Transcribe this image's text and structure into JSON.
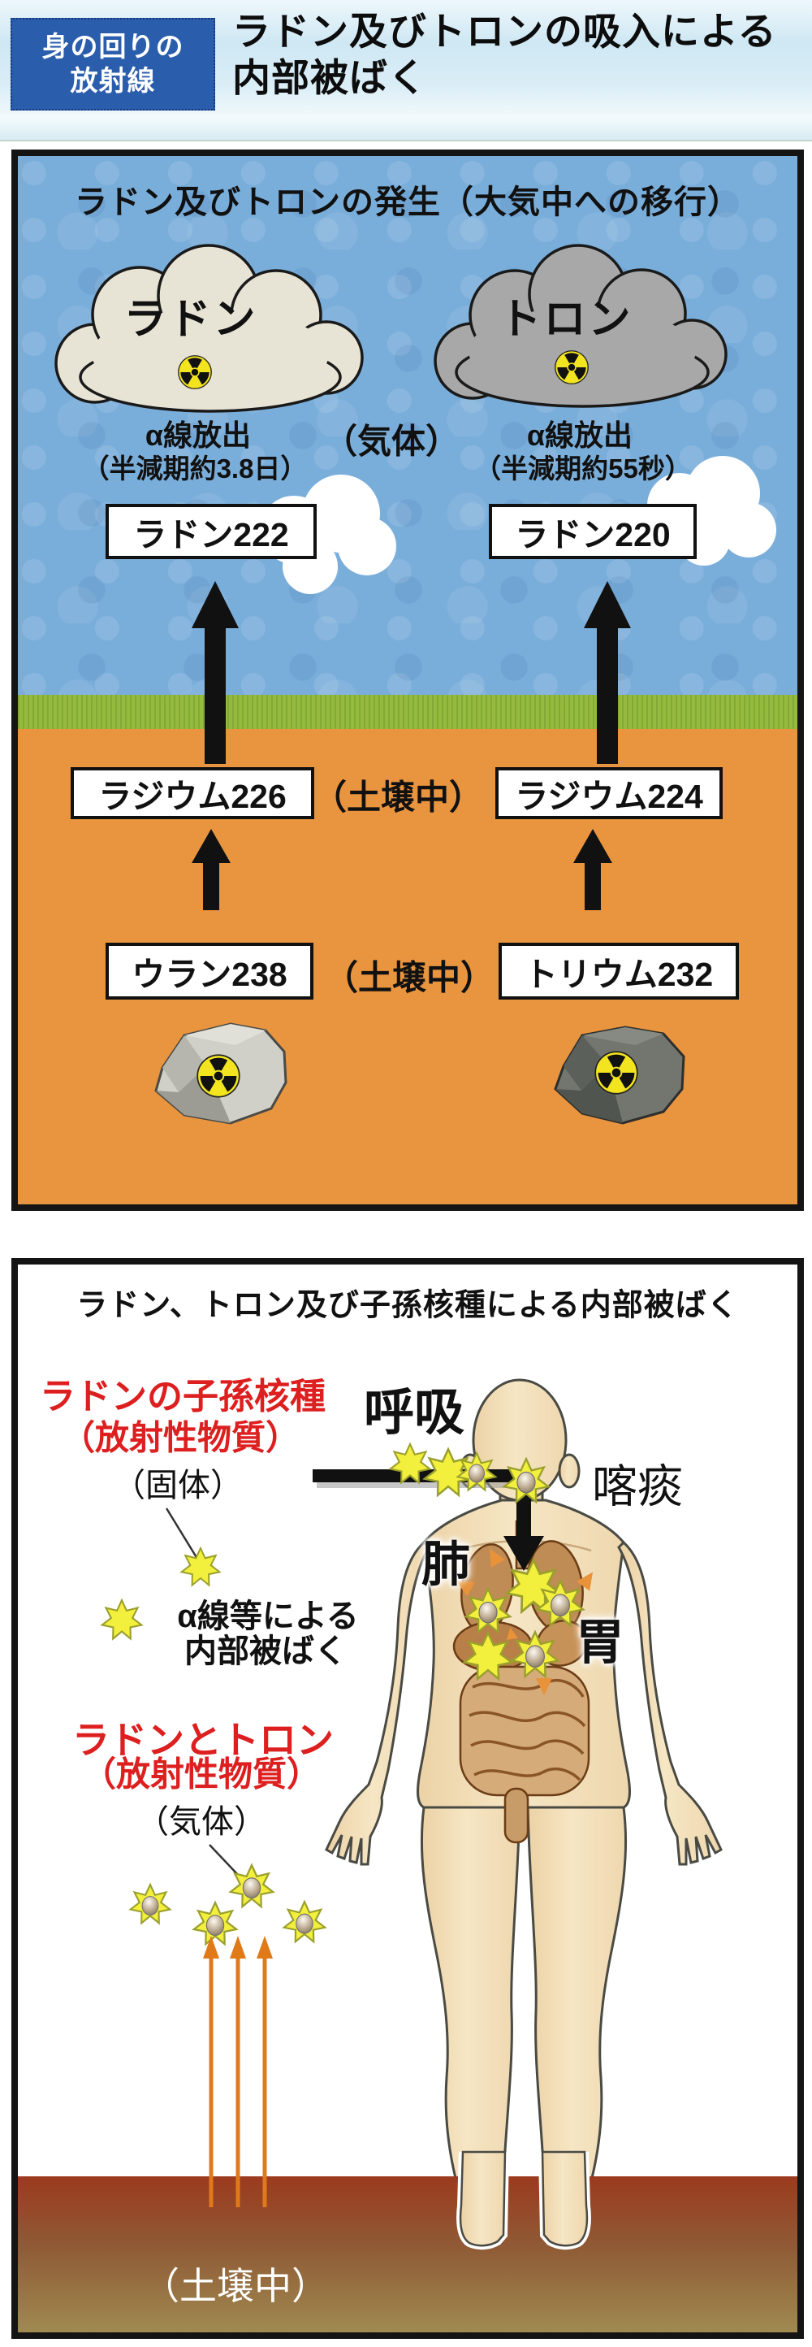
{
  "header": {
    "badge_line1": "身の回りの",
    "badge_line2": "放射線",
    "title_line1": "ラドン及びトロンの吸入による",
    "title_line2": "内部被ばく"
  },
  "panel1": {
    "title": "ラドン及びトロンの発生（大気中への移行）",
    "radon_cloud_label": "ラドン",
    "thoron_cloud_label": "トロン",
    "radon_alpha": "α線放出",
    "radon_halflife": "（半減期約3.8日）",
    "thoron_alpha": "α線放出",
    "thoron_halflife": "（半減期約55秒）",
    "gas_label": "（気体）",
    "radon222": "ラドン222",
    "radon220": "ラドン220",
    "radium226": "ラジウム226",
    "radium224": "ラジウム224",
    "soil_label_1": "（土壌中）",
    "uranium238": "ウラン238",
    "thorium232": "トリウム232",
    "soil_label_2": "（土壌中）"
  },
  "panel2": {
    "title": "ラドン、トロン及び子孫核種による内部被ばく",
    "progeny_line1": "ラドンの子孫核種",
    "progeny_line2": "（放射性物質）",
    "solid_label": "（固体）",
    "breathing": "呼吸",
    "sputum": "喀痰",
    "lung": "肺",
    "stomach": "胃",
    "alpha_line1": "α線等による",
    "alpha_line2": "内部被ばく",
    "gas_group_line1": "ラドンとトロン",
    "gas_group_line2": "（放射性物質）",
    "gas_label": "（気体）",
    "soil_label": "（土壌中）"
  },
  "icons": {
    "radiation": "radiation-trefoil-icon",
    "particle": "alpha-particle-star-icon"
  },
  "colors": {
    "badge_blue": "#2a5dab",
    "accent_red": "#dd1f1f",
    "sky_blue": "#7aaeda",
    "soil_orange": "#e9953f",
    "grass_green": "#96ba3e",
    "star_yellow": "#f3ef3d",
    "cloud_cream": "#e8e4d5",
    "cloud_gray": "#a8a8a8",
    "deep_soil_red": "#9c3a1e"
  }
}
